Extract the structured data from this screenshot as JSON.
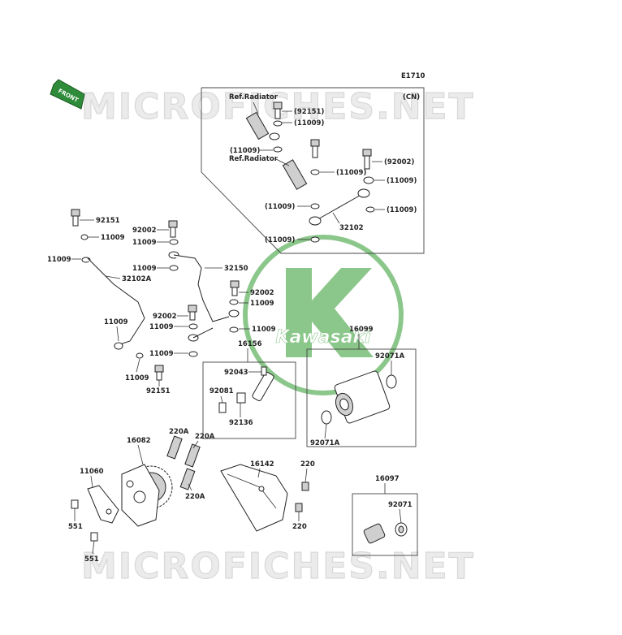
{
  "diagram_id": "E1710",
  "front_tag": "FRONT",
  "watermark": "MICROFICHES.NET",
  "logo_text": "Kawasaki",
  "inset_country": "(CN)",
  "labels": {
    "ref_radiator_top": "Ref.Radiator",
    "ref_radiator_mid": "Ref.Radiator",
    "p92151_cn": "(92151)",
    "p11009_cn_a": "(11009)",
    "p11009_cn_b": "(11009)",
    "p92002_cn": "(92002)",
    "p11009_cn_c": "(11009)",
    "p11009_cn_d": "(11009)",
    "p11009_cn_e": "(11009)",
    "p11009_cn_f": "(11009)",
    "p11009_cn_g": "(11009)",
    "p32102_cn": "32102",
    "p92151_a": "92151",
    "p11009_a": "11009",
    "p11009_b": "11009",
    "p32102a": "32102A",
    "p92002_a": "92002",
    "p11009_c": "11009",
    "p11009_d": "11009",
    "p32150": "32150",
    "p92002_b": "92002",
    "p11009_e": "11009",
    "p92002_c": "92002",
    "p11009_f": "11009",
    "p11009_g": "11009",
    "p11009_h": "11009",
    "p11009_i": "11009",
    "p11009_j": "11009",
    "p92151_b": "92151",
    "p16156": "16156",
    "p92043": "92043",
    "p92081": "92081",
    "p92136": "92136",
    "p16099": "16099",
    "p92071a_a": "92071A",
    "p92071a_b": "92071A",
    "p220a_a": "220A",
    "p220a_b": "220A",
    "p220a_c": "220A",
    "p16082": "16082",
    "p11060": "11060",
    "p551_a": "551",
    "p551_b": "551",
    "p16142": "16142",
    "p220_a": "220",
    "p220_b": "220",
    "p16097": "16097",
    "p92071": "92071"
  },
  "colors": {
    "logo_green": "#2e9a2e",
    "watermark_fill": "#ebebeb",
    "front_tag_fill": "#2e8b3a"
  }
}
